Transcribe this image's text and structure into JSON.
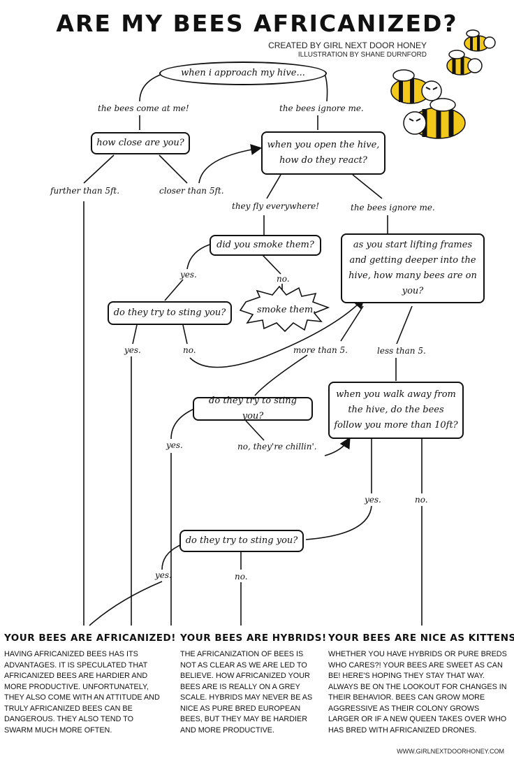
{
  "title": "ARE MY BEES AFRICANIZED?",
  "credits": {
    "created_by": "CREATED BY GIRL NEXT DOOR HONEY",
    "illustration": "ILLUSTRATION BY SHANE DURNFORD"
  },
  "nodes": {
    "start": "when i approach my hive...",
    "how_close": "how close are you?",
    "open_hive": "when you open the hive, how do they react?",
    "smoke_q": "did you smoke them?",
    "smoke_them": "smoke them.",
    "sting_q1": "do they try to sting you?",
    "how_many": "as you start lifting frames and getting deeper into the hive, how many bees are on you?",
    "sting_q2": "do they try to sting you?",
    "walk_away": "when you walk away from the hive, do the bees follow you more than 10ft?",
    "sting_q3": "do they try to sting you?"
  },
  "labels": {
    "come_at_me": "the bees come at me!",
    "ignore_me_1": "the bees ignore me.",
    "further": "further than 5ft.",
    "closer": "closer than 5ft.",
    "fly_everywhere": "they fly everywhere!",
    "ignore_me_2": "the bees ignore me.",
    "smoke_yes": "yes.",
    "smoke_no": "no.",
    "sting1_yes": "yes.",
    "sting1_no": "no.",
    "more_than_5": "more than 5.",
    "less_than_5": "less than 5.",
    "sting2_yes": "yes.",
    "chillin": "no, they're chillin'.",
    "walk_yes": "yes.",
    "walk_no": "no.",
    "sting3_yes": "yes.",
    "sting3_no": "no."
  },
  "results": [
    {
      "title": "YOUR BEES ARE AFRICANIZED!",
      "body": "HAVING AFRICANIZED BEES HAS ITS ADVANTAGES. IT IS SPECULATED THAT AFRICANIZED BEES ARE HARDIER AND MORE PRODUCTIVE. UNFORTUNATELY, THEY ALSO COME WITH AN ATTITUDE AND TRULY AFRICANIZED BEES CAN BE DANGEROUS. THEY ALSO TEND TO SWARM MUCH MORE OFTEN."
    },
    {
      "title": "YOUR BEES ARE HYBRIDS!",
      "body": "THE AFRICANIZATION OF BEES IS NOT AS CLEAR AS WE ARE LED TO BELIEVE. HOW AFRICANIZED YOUR BEES ARE IS REALLY ON A GREY SCALE. HYBRIDS MAY NEVER BE AS NICE AS PURE BRED EUROPEAN BEES, BUT THEY MAY BE HARDIER AND MORE PRODUCTIVE."
    },
    {
      "title": "YOUR BEES ARE NICE AS KITTENS!",
      "body": "WHETHER YOU HAVE HYBRIDS OR PURE BREDS WHO CARES?! YOUR BEES ARE SWEET AS CAN BE! HERE'S HOPING THEY STAY THAT WAY. ALWAYS BE ON THE LOOKOUT FOR CHANGES IN THEIR BEHAVIOR. BEES CAN GROW MORE AGGRESSIVE AS THEIR COLONY GROWS LARGER OR IF A NEW QUEEN TAKES OVER WHO HAS BRED WITH AFRICANIZED DRONES."
    }
  ],
  "website": "WWW.GIRLNEXTDOORHONEY.COM",
  "colors": {
    "ink": "#111111",
    "bee_yellow": "#f2c81a"
  }
}
